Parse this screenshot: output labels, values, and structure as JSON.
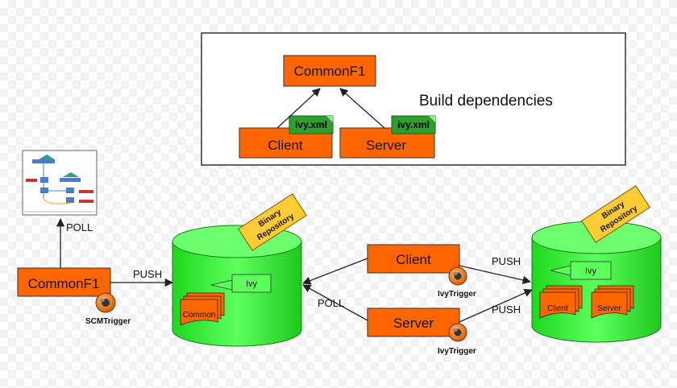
{
  "build_dependencies": {
    "title": "Build dependencies",
    "common": "CommonF1",
    "client": "Client",
    "server": "Server",
    "ivy_file": "ivy.xml"
  },
  "left_node": {
    "label": "CommonF1",
    "trigger": "SCMTrigger",
    "poll_label": "POLL",
    "push_label": "PUSH"
  },
  "repo_left": {
    "tag": "Binary Repository",
    "ivy_label": "Ivy",
    "doc_label": "Common"
  },
  "middle": {
    "client": "Client",
    "server": "Server",
    "trigger": "IvyTrigger",
    "poll_label": "POLL",
    "push_label": "PUSH"
  },
  "repo_right": {
    "tag": "Binary Repository",
    "ivy_label": "Ivy",
    "doc_client": "Client",
    "doc_server": "Server"
  },
  "colors": {
    "orange": "#ff6600",
    "green": "#33ff33",
    "tag_yellow": "#ffcc33",
    "ivy_green": "#2e9e2e"
  }
}
